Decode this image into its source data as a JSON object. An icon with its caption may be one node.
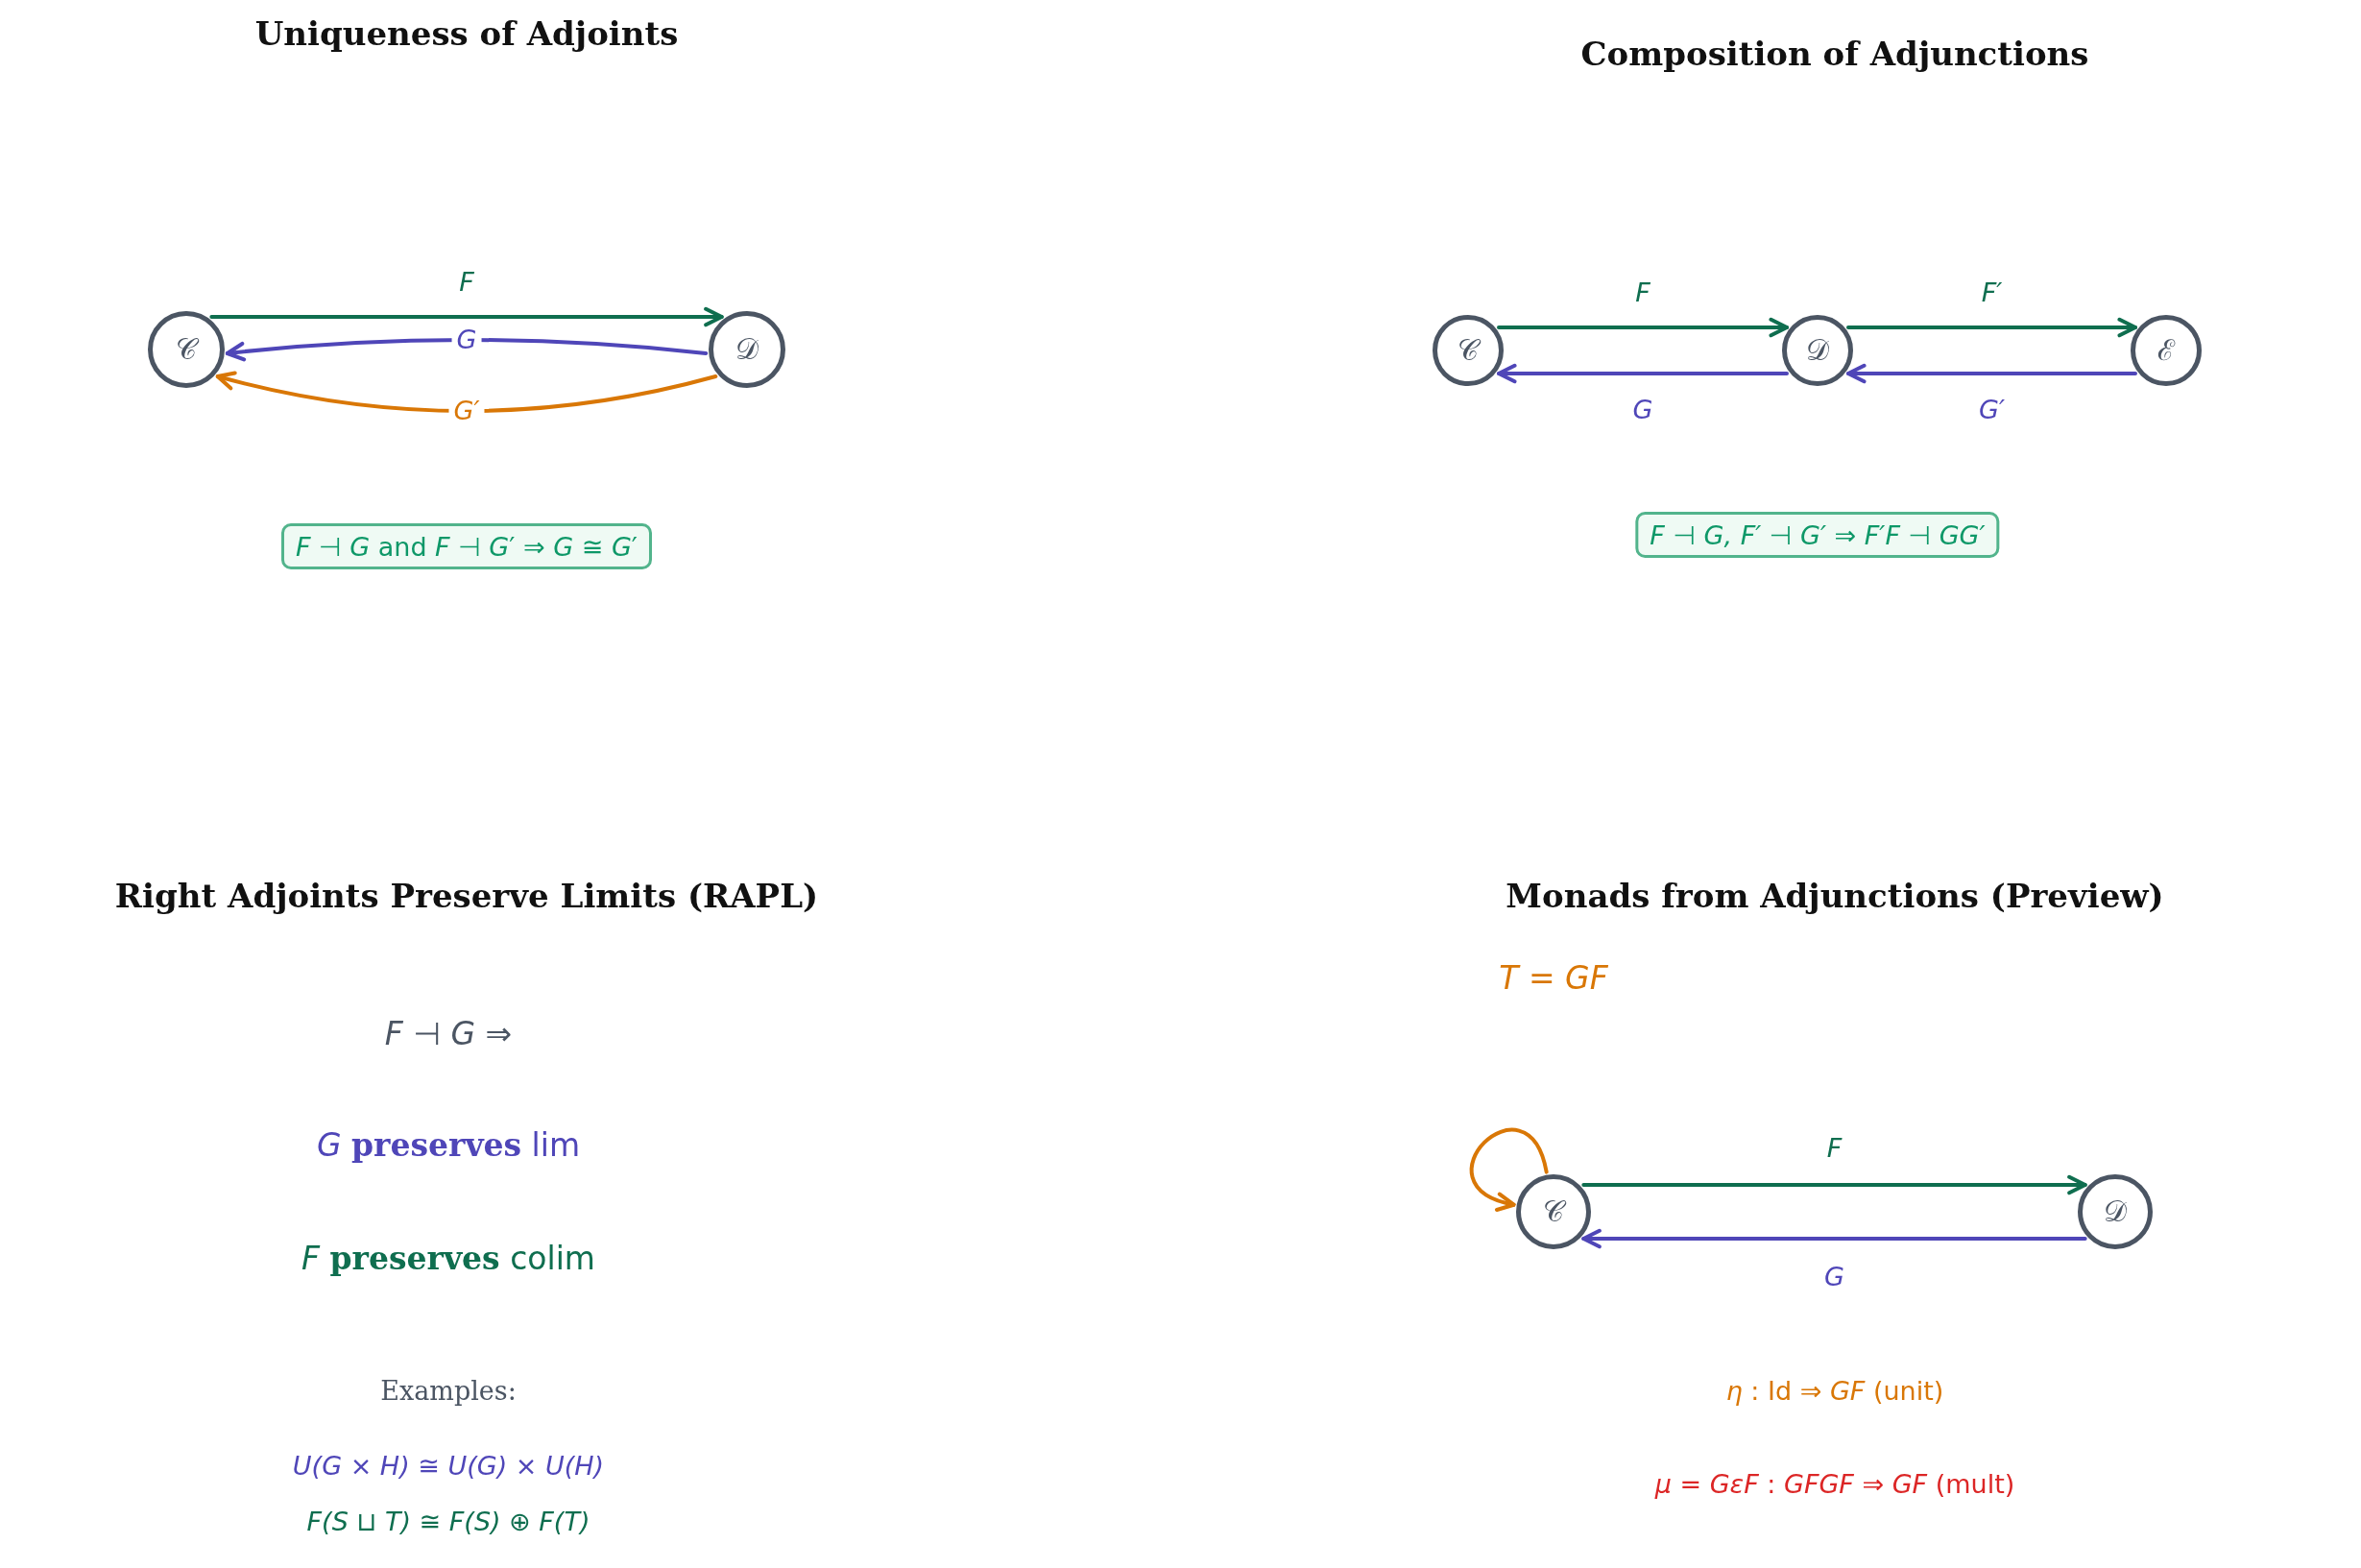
{
  "diagram": {
    "nodes": [
      {
        "text": [
          "𝒞"
        ]
      },
      {
        "text": [
          "𝒟"
        ]
      },
      {
        "text": [
          "*F* ⊣ *G* and *F* ⊣ *G*′ ⇒ *G* ≅ *G*′"
        ]
      },
      {
        "text": [
          "𝒞"
        ]
      },
      {
        "text": [
          "𝒟"
        ]
      },
      {
        "text": [
          "ℰ"
        ]
      },
      {
        "text": [
          "F ⊣ G, F′ ⊣ G′ ⇒ F′F ⊣ GG′"
        ]
      },
      {
        "text": [
          "𝒞"
        ]
      },
      {
        "text": [
          "𝒟"
        ]
      }
    ],
    "edges": [
      {
        "from": 0,
        "to": 1,
        "arrow": "to",
        "label": "F",
        "color": "#0f6e4f"
      },
      {
        "from": 1,
        "to": 0,
        "arrow": "to",
        "label": "G",
        "color": "#4f46b8"
      },
      {
        "from": 1,
        "to": 0,
        "arrow": "to",
        "label": "G′",
        "color": "#d97706"
      },
      {
        "from": 3,
        "to": 4,
        "arrow": "to",
        "label": "F",
        "color": "#0f6e4f"
      },
      {
        "from": 4,
        "to": 3,
        "arrow": "to",
        "label": "G",
        "color": "#4f46b8"
      },
      {
        "from": 4,
        "to": 5,
        "arrow": "to",
        "label": "F′",
        "color": "#0f6e4f"
      },
      {
        "from": 5,
        "to": 4,
        "arrow": "to",
        "label": "G′",
        "color": "#4f46b8"
      },
      {
        "from": 7,
        "to": 8,
        "arrow": "to",
        "label": "F",
        "color": "#0f6e4f"
      },
      {
        "from": 8,
        "to": 7,
        "arrow": "to",
        "label": "G",
        "color": "#4f46b8"
      },
      {
        "from": 7,
        "to": 7,
        "arrow": "to",
        "color": "#d97706"
      }
    ],
    "labels": [
      "Uniqueness of Adjoints",
      "Composition of Adjunctions",
      "Right Adjoints Preserve Limits (RAPL)",
      "F ⊣ G ⇒",
      "*G* **preserves** lim",
      "*F* **preserves** colim",
      "Examples:",
      "U(G × H) ≅ U(G) × U(H)",
      "F(S ⊔ T) ≅ F(S) ⊕ F(T)",
      "Monads from Adjunctions (Preview)",
      "T = GF",
      "*η* : Id ⇒ *GF* (unit)",
      "*μ* = *GεF* : *GFGF* ⇒ *GF* (mult)"
    ]
  }
}
